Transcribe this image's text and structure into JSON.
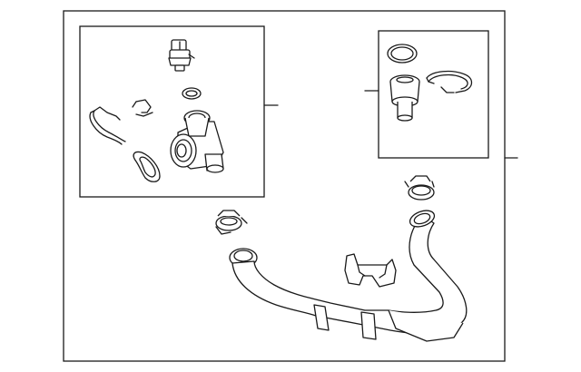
{
  "diagram": {
    "groups": [
      {
        "name": "left-inset",
        "parts": [
          "temperature-sensor",
          "small-o-ring",
          "retaining-clip",
          "clip",
          "gasket",
          "thermostat-housing"
        ]
      },
      {
        "name": "right-inset",
        "parts": [
          "o-ring",
          "hose-connector",
          "wire-clip"
        ]
      }
    ],
    "loose_parts": [
      "hose-clamp-left",
      "hose-clamp-right",
      "bracket",
      "coolant-hose"
    ],
    "callouts": 3
  }
}
